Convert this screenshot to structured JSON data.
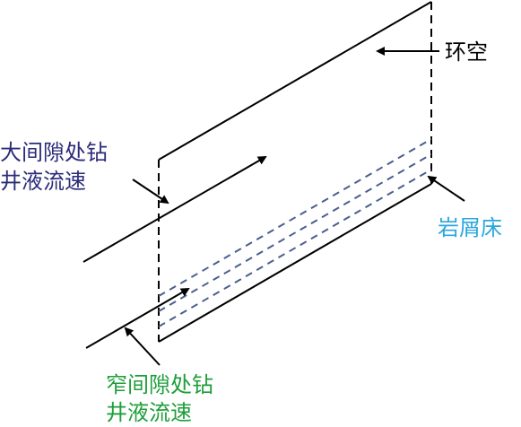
{
  "labels": {
    "annulus": "环空",
    "wide_gap_line1": "大间隙处钻",
    "wide_gap_line2": "井液流速",
    "cuttings_bed": "岩屑床",
    "narrow_gap_line1": "窄间隙处钻",
    "narrow_gap_line2": "井液流速"
  },
  "colors": {
    "line": "#000000",
    "dashed_bed": "#4a5f8c",
    "wide_gap_text": "#2b2c7a",
    "cuttings_bed_text": "#2aa7df",
    "narrow_gap_text": "#1e9e3a",
    "annulus_text": "#000000"
  }
}
